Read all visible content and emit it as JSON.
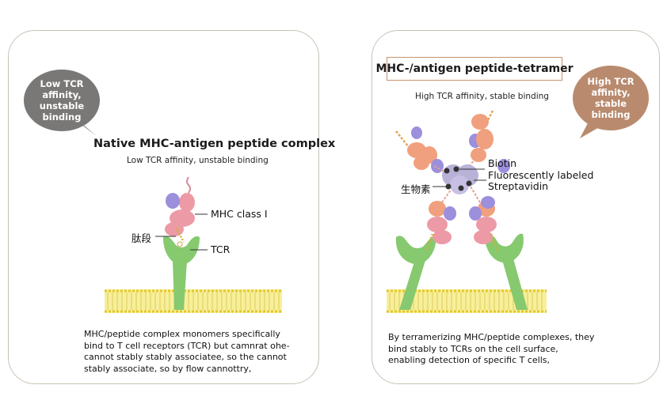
{
  "left_panel": {
    "bubble": [
      "Low TCR",
      "affinity, unstable",
      "binding"
    ],
    "title": "Native MHC-antigen peptide complex",
    "subtitle": "Low TCR affinity, unstable binding",
    "labels": {
      "mhc": "MHC class I",
      "peptide": "肽段",
      "tcr": "TCR"
    },
    "description": [
      "MHC/peptide complex monomers specifically",
      "bind to T cell receptors (TCR) but camnrat ohe-",
      "cannot stably stably associatee, so the cannot",
      "stably associate, so by flow cannottry,"
    ]
  },
  "right_panel": {
    "title": "MHC-/antigen peptide-tetramer",
    "subtitle": "High TCR affinity, stable binding",
    "bubble": [
      "High TCR",
      "affinity, stable",
      "binding"
    ],
    "labels": {
      "biotin": "Biotin",
      "streptavidin_line1": "Fluorescently labeled",
      "streptavidin_line2": "Streptavidin",
      "peptide": "生物素"
    },
    "description": [
      "By terramerizing MHC/peptide complexes, they",
      "bind stably to TCRs on the cell surface,",
      "enabling detection of specific T cells,"
    ]
  },
  "colors": {
    "mhc_pink": "#ec9aa6",
    "mhc_orange": "#f0a07e",
    "beta2m_purple": "#9c8fdc",
    "tcr_green": "#86c96f",
    "membrane_yellow": "#f2e14a",
    "streptavidin": "#b9b2d8"
  }
}
